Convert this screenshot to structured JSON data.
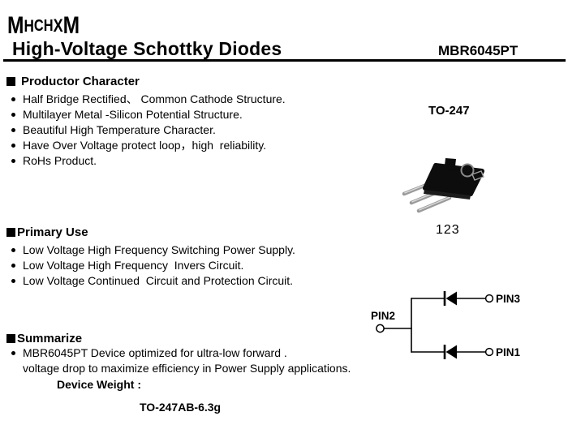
{
  "header": {
    "logo": "MHCHXM",
    "title": "High-Voltage Schottky Diodes",
    "part_number": "MBR6045PT"
  },
  "sections": {
    "productor": {
      "heading": "Productor Character",
      "bullets": [
        "Half Bridge Rectified、 Common Cathode Structure.",
        "Multilayer Metal -Silicon Potential Structure.",
        "Beautiful High Temperature Character.",
        "Have Over Voltage protect loop，high  reliability.",
        "RoHs Product."
      ]
    },
    "primary": {
      "heading": "Primary Use",
      "bullets": [
        "Low Voltage High Frequency Switching Power Supply.",
        "Low Voltage High Frequency  Invers Circuit.",
        "Low Voltage Continued  Circuit and Protection Circuit."
      ]
    },
    "summarize": {
      "heading": "Summarize",
      "lines": [
        "MBR6045PT Device optimized for ultra-low forward .",
        "voltage drop to maximize efficiency in Power Supply applications."
      ],
      "device_weight_label": "Device Weight :",
      "device_weight_value": "TO-247AB-6.3g"
    }
  },
  "package": {
    "name": "TO-247",
    "pin_numbers": "123"
  },
  "circuit": {
    "pin1": "PIN1",
    "pin2": "PIN2",
    "pin3": "PIN3"
  },
  "colors": {
    "ink": "#000000",
    "package_body": "#0d0d0d",
    "lead_gray": "#9a9a9a"
  }
}
